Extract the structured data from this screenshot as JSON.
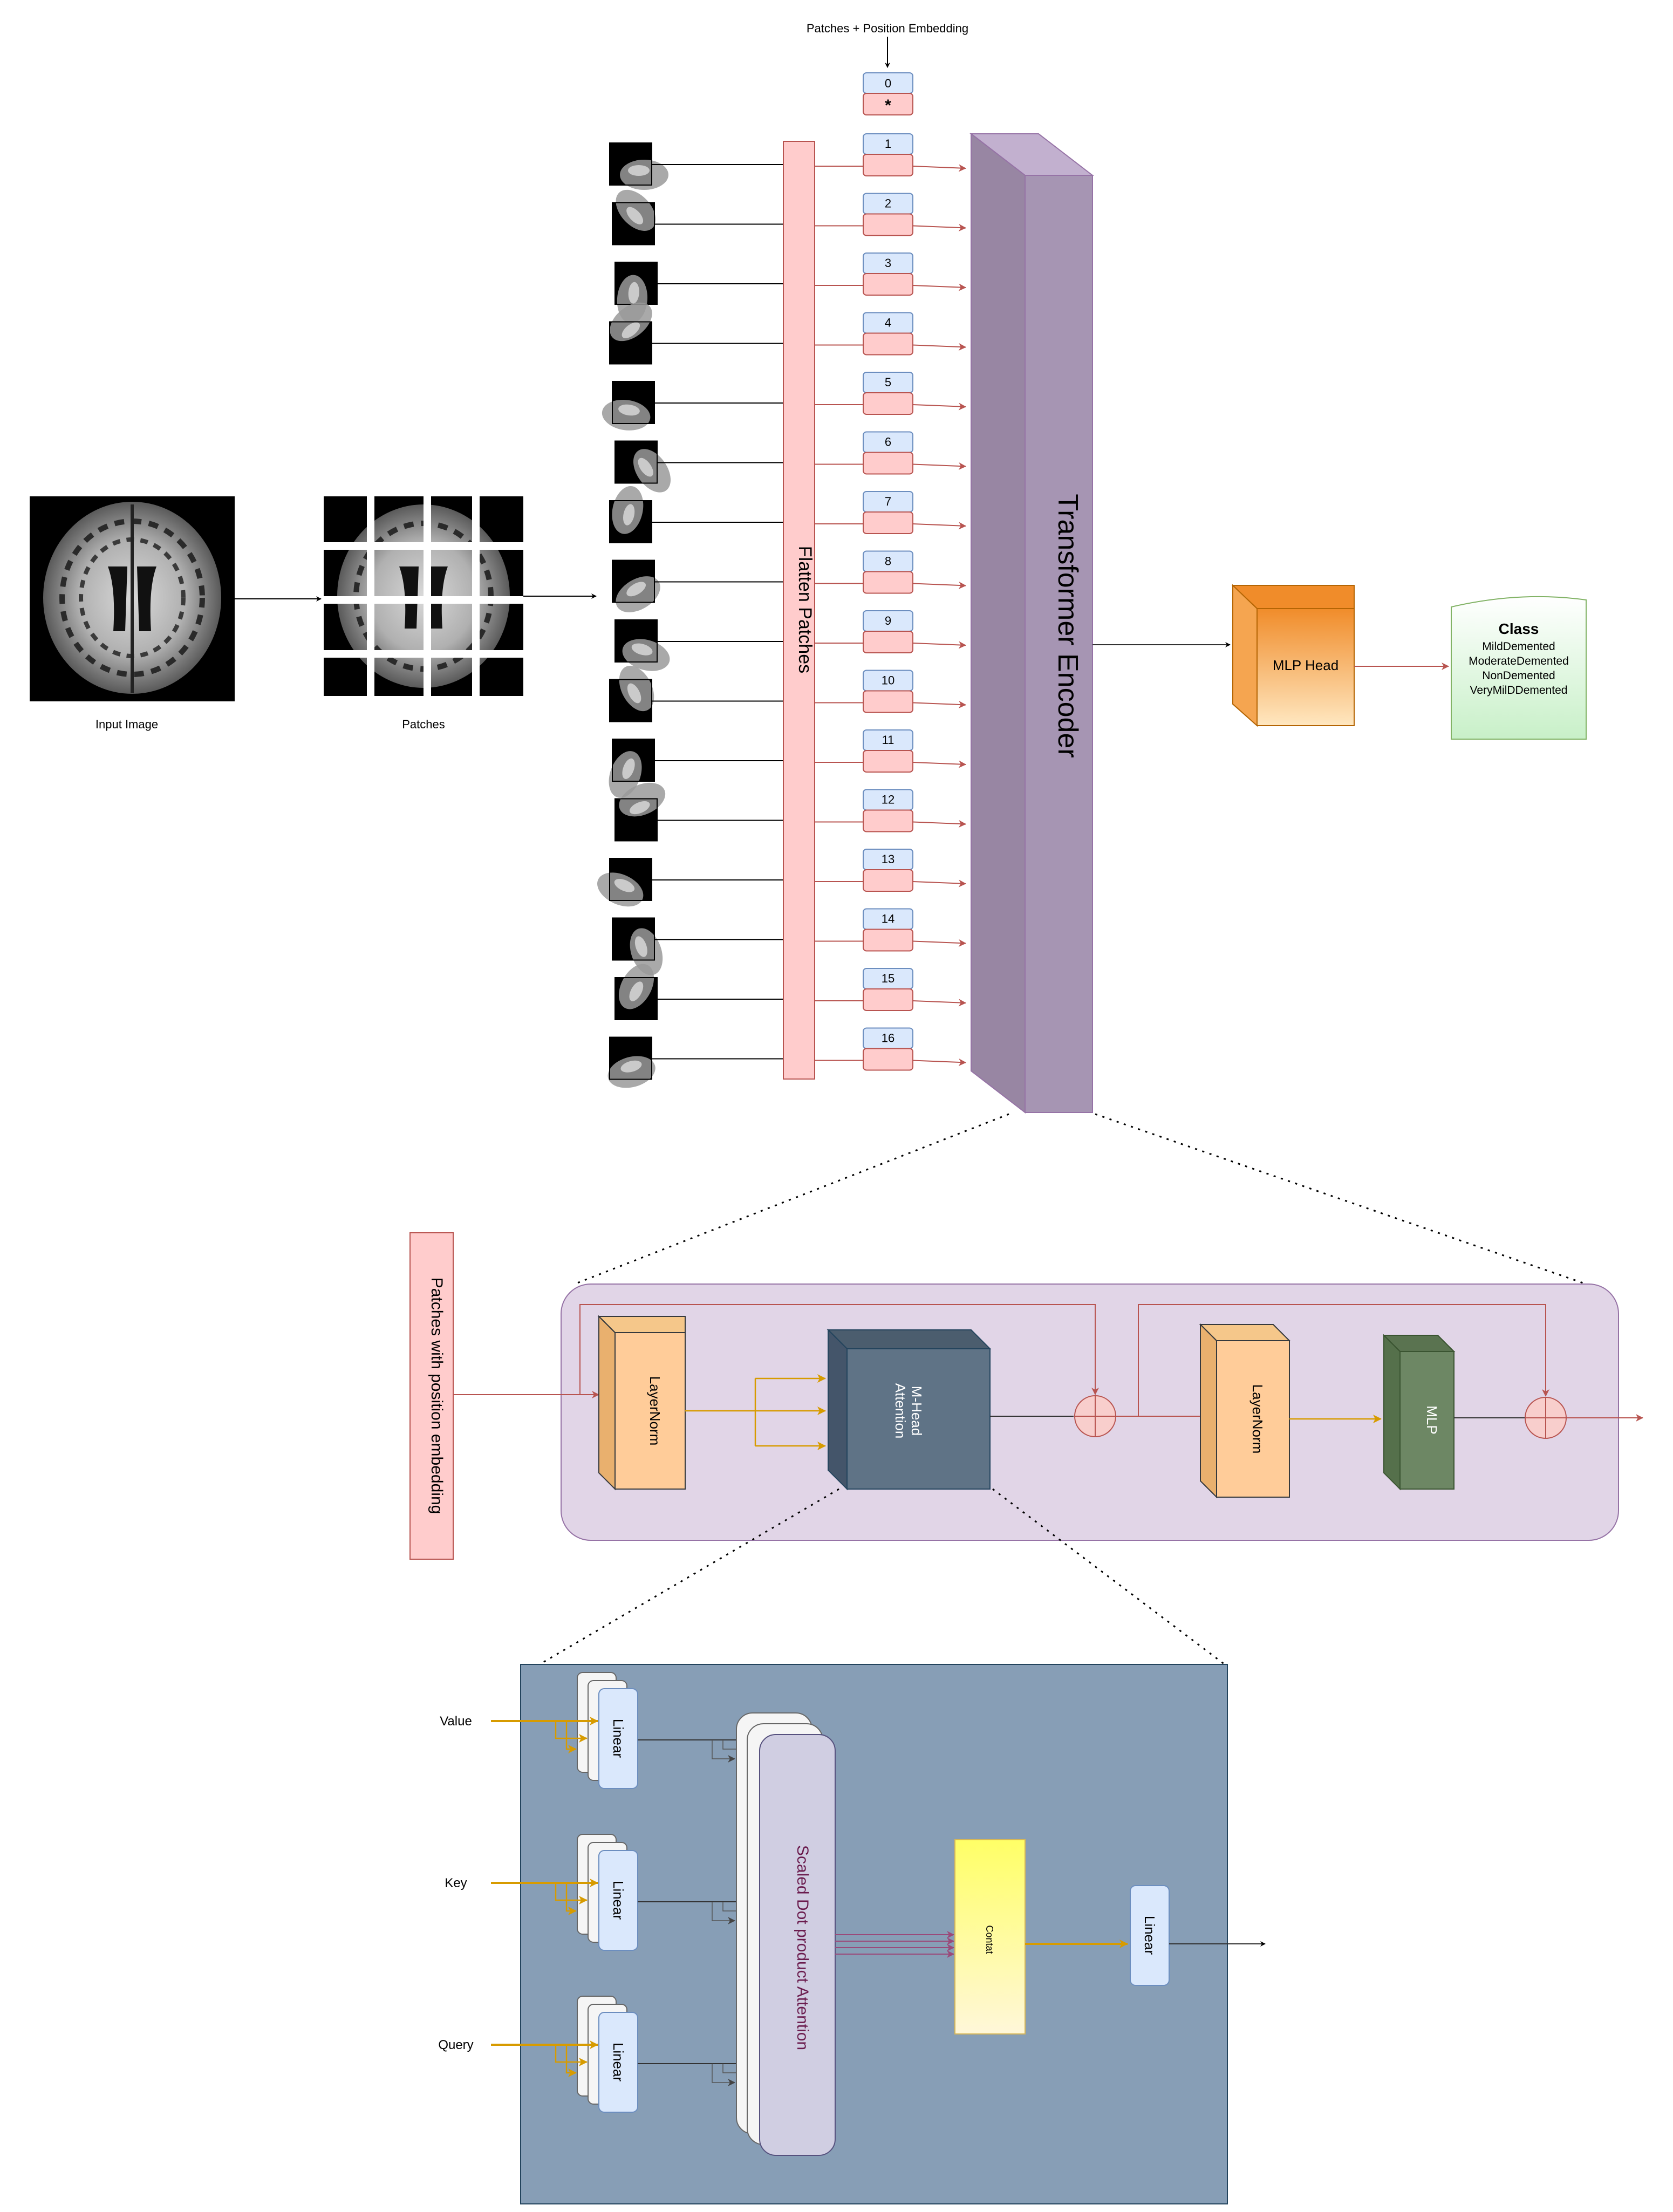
{
  "top_label": "Patches + Position Embedding",
  "input_label": "Input Image",
  "patches_label": "Patches",
  "flatten_label": "Flatten Patches",
  "encoder_label": "Transformer Encoder",
  "cls_index": "0",
  "cls_symbol": "*",
  "embedding_indices": [
    "1",
    "2",
    "3",
    "4",
    "5",
    "6",
    "7",
    "8",
    "9",
    "10",
    "11",
    "12",
    "13",
    "14",
    "15",
    "16"
  ],
  "mlp_head_label": "MLP Head",
  "class_box": {
    "title": "Class",
    "items": [
      "MildDemented",
      "ModerateDemented",
      "NonDemented",
      "VeryMilDDemented"
    ]
  },
  "encoder_block": {
    "input_label": "Patches with position embedding",
    "layernorm1": "LayerNorm",
    "attention": [
      "M-Head",
      "Attention"
    ],
    "layernorm2": "LayerNorm",
    "mlp": "MLP"
  },
  "attention_block": {
    "inputs": [
      "Value",
      "Key",
      "Query"
    ],
    "linear_label": "Linear",
    "sdpa_label": "Scaled Dot product Attention",
    "concat_label": "Contat",
    "out_linear_label": "Linear"
  },
  "colors": {
    "pink": "#ffcccc",
    "light_blue": "#dae8fc",
    "encoder_purple": "#a695b3",
    "arrow_red": "#b85450",
    "orange_arrow": "#d79b00",
    "block_bg": "#e1d5e7",
    "attention_bg": "#879eb6",
    "mha_dark": "#5f7386",
    "mlp_green": "#6d8764",
    "layernorm_orange": "#ffcc99",
    "concat_yellow": "#ffff66",
    "class_green": "#d5f5d5"
  }
}
